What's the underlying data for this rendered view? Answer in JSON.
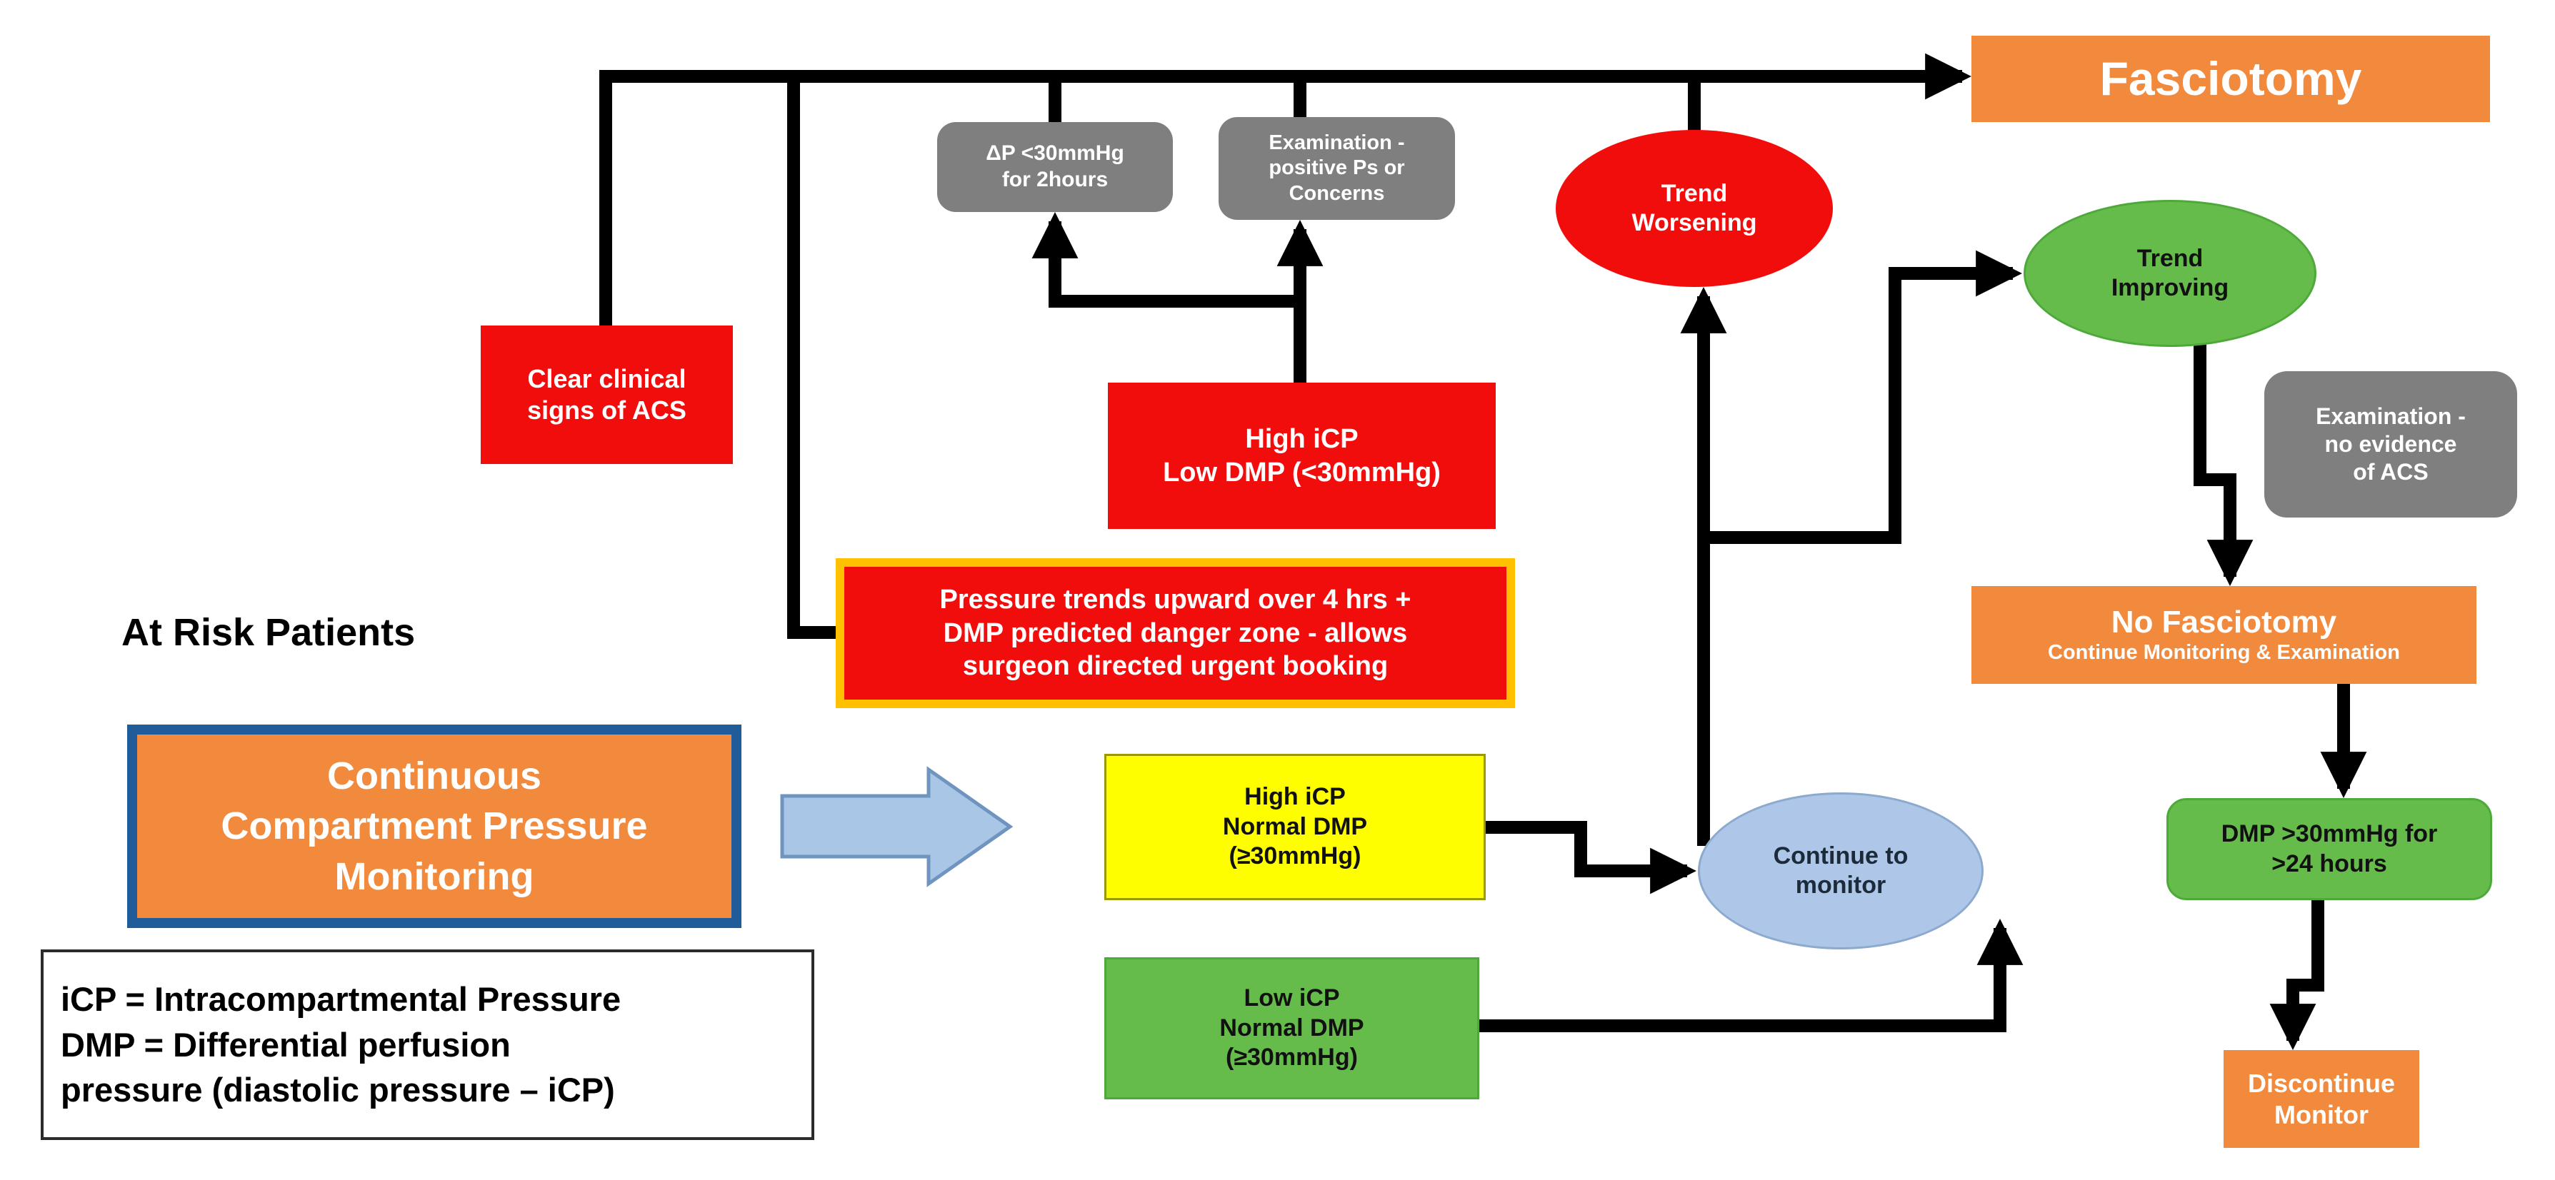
{
  "colors": {
    "orange": "#F28A3D",
    "red": "#F20D0D",
    "gray": "#7F7F7F",
    "green": "#66BC4B",
    "yellow": "#FEFE00",
    "light_blue": "#AEC6E8",
    "blue_border": "#1F5C99",
    "amber_border": "#FFC000",
    "connector_black": "#000000"
  },
  "nodes": {
    "fasciotomy": "Fasciotomy",
    "delta_p": "ΔP <30mmHg\nfor 2hours",
    "exam_positive": "Examination -\npositive Ps or\nConcerns",
    "trend_worsening": "Trend\nWorsening",
    "trend_improving": "Trend\nImproving",
    "clear_signs": "Clear clinical\nsigns of ACS",
    "high_icp_low_dmp": "High iCP\nLow DMP (<30mmHg)",
    "exam_no_evidence": "Examination -\nno evidence\nof ACS",
    "pressure_trends": "Pressure trends upward over 4 hrs +\nDMP predicted danger zone - allows\nsurgeon directed urgent booking",
    "at_risk": "At Risk Patients",
    "continuous_monitoring": "Continuous\nCompartment Pressure\nMonitoring",
    "no_fasciotomy_title": "No Fasciotomy",
    "no_fasciotomy_sub": "Continue Monitoring & Examination",
    "high_icp_normal_dmp": "High iCP\nNormal DMP\n(≥30mmHg)",
    "low_icp_normal_dmp": "Low iCP\nNormal DMP\n(≥30mmHg)",
    "continue_monitor": "Continue to\nmonitor",
    "dmp_over_30": "DMP >30mmHg for\n>24 hours",
    "discontinue_monitor": "Discontinue\nMonitor",
    "legend": "iCP = Intracompartmental Pressure\nDMP = Differential perfusion\npressure (diastolic pressure – iCP)"
  }
}
